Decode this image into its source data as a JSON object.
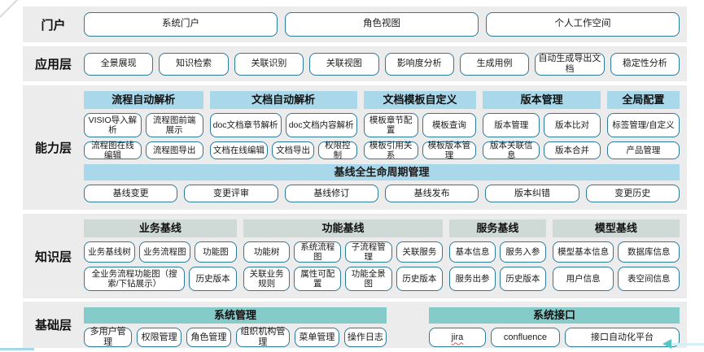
{
  "colors": {
    "band_background": "#ececec",
    "capability_header": "#a9d8ea",
    "knowledge_header": "#cfdad6",
    "foundation_header": "#85cbc9",
    "button_border": "#2b7a99",
    "arrow": "#57c7c4"
  },
  "portal": {
    "label": "门户",
    "items": [
      "系统门户",
      "角色视图",
      "个人工作空间"
    ]
  },
  "application": {
    "label": "应用层",
    "items": [
      "全景展现",
      "知识检索",
      "关联识别",
      "关联视图",
      "影响度分析",
      "生成用例",
      "自动生成导出文档",
      "稳定性分析"
    ]
  },
  "capability": {
    "label": "能力层",
    "groups": [
      {
        "title": "流程自动解析",
        "rows": [
          [
            "VISIO导入解析",
            "流程图前端展示"
          ],
          [
            "流程图在线编辑",
            "流程图导出"
          ]
        ]
      },
      {
        "title": "文档自动解析",
        "rows": [
          [
            "doc文档章节解析",
            "doc文档内容解析"
          ],
          [
            "文档在线编辑",
            "文档导出",
            "权限控制"
          ]
        ]
      },
      {
        "title": "文档模板自定义",
        "rows": [
          [
            "模板章节配置",
            "模板查询"
          ],
          [
            "模板引用关系",
            "模板版本管理"
          ]
        ]
      },
      {
        "title": "版本管理",
        "rows": [
          [
            "版本管理",
            "版本比对"
          ],
          [
            "版本关联信息",
            "版本合并"
          ]
        ]
      },
      {
        "title": "全局配置",
        "rows": [
          [
            "标签管理/自定义"
          ],
          [
            "产品管理"
          ]
        ]
      }
    ],
    "baseline": {
      "title": "基线全生命周期管理",
      "items": [
        "基线变更",
        "变更评审",
        "基线修订",
        "基线发布",
        "版本纠错",
        "变更历史"
      ]
    }
  },
  "knowledge": {
    "label": "知识层",
    "groups": [
      {
        "title": "业务基线",
        "rows": [
          [
            "业务基线树",
            "业务流程图",
            "功能图"
          ],
          [
            "全业务流程功能图（搜索/下钻展示）",
            "历史版本"
          ]
        ]
      },
      {
        "title": "功能基线",
        "rows": [
          [
            "功能树",
            "系统流程图",
            "子流程管理",
            "关联服务"
          ],
          [
            "关联业务规则",
            "属性可配置",
            "功能全景图",
            "历史版本"
          ]
        ]
      },
      {
        "title": "服务基线",
        "rows": [
          [
            "基本信息",
            "服务入参"
          ],
          [
            "服务出参",
            "历史版本"
          ]
        ]
      },
      {
        "title": "模型基线",
        "rows": [
          [
            "模型基本信息",
            "数据库信息"
          ],
          [
            "用户信息",
            "表空间信息"
          ]
        ]
      }
    ]
  },
  "foundation": {
    "label": "基础层",
    "groups": [
      {
        "title": "系统管理",
        "items": [
          "多用户管理",
          "权限管理",
          "角色管理",
          "组织机构管理",
          "菜单管理",
          "操作日志"
        ]
      },
      {
        "title": "系统接口",
        "items": [
          "jira",
          "confluence",
          "接口自动化平台"
        ]
      }
    ]
  }
}
